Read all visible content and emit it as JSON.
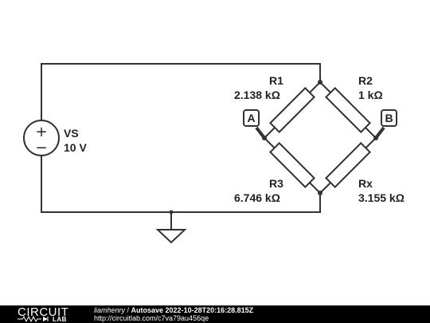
{
  "source": {
    "name": "VS",
    "value": "10 V",
    "plus": "+",
    "minus": "−"
  },
  "resistors": {
    "r1": {
      "name": "R1",
      "value": "2.138 kΩ"
    },
    "r2": {
      "name": "R2",
      "value": "1 kΩ"
    },
    "r3": {
      "name": "R3",
      "value": "6.746 kΩ"
    },
    "rx": {
      "name": "Rx",
      "value": "3.155 kΩ"
    }
  },
  "probes": {
    "a": "A",
    "b": "B"
  },
  "footer": {
    "logo_top": "CIRCUIT",
    "logo_bottom": "LAB",
    "author": "liamhenry",
    "separator": " / ",
    "autosave": "Autosave 2022-10-28T20:16:28.815Z",
    "url": "http://circuitlab.com/c7va79au456qe"
  }
}
